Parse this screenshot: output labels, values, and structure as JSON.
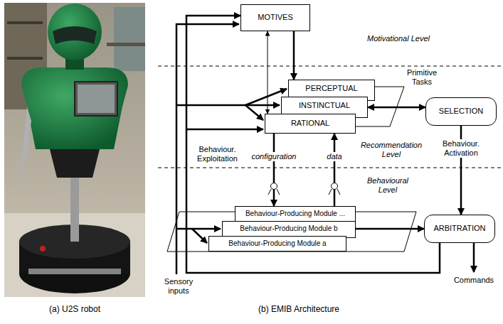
{
  "diagram": {
    "nodes": [
      {
        "text": [
          "MOTIVES"
        ]
      },
      {
        "text": [
          "PERCEPTUAL"
        ]
      },
      {
        "text": [
          "INSTINCTUAL"
        ]
      },
      {
        "text": [
          "RATIONAL"
        ]
      },
      {
        "text": [
          "SELECTION"
        ]
      },
      {
        "text": [
          "Behaviour-Producing Module ..."
        ]
      },
      {
        "text": [
          "Behaviour-Producing Module b"
        ]
      },
      {
        "text": [
          "Behaviour-Producing Module a"
        ]
      },
      {
        "text": [
          "ARBITRATION"
        ]
      }
    ],
    "edges": [
      {
        "from": 0,
        "to": 1,
        "arrow": "to"
      },
      {
        "from": 0,
        "to": 3,
        "arrow": "both"
      },
      {
        "from": 2,
        "to": 4,
        "arrow": "both"
      },
      {
        "from": 4,
        "to": 8,
        "arrow": "to",
        "label": "Behaviour. Activation"
      },
      {
        "from": 6,
        "to": 8,
        "arrow": "to"
      },
      {
        "from": 3,
        "to": 5,
        "arrow": "to",
        "label": "configuration"
      },
      {
        "from": 5,
        "to": 3,
        "arrow": "to",
        "label": "data"
      },
      {
        "from": 8,
        "to": 0,
        "arrow": "to"
      }
    ],
    "labels": [
      "Motivational Level",
      "Primitive Tasks",
      "Recommendation Level",
      "Behaviour. Exploitation",
      "Behavioural Level",
      "Sensory inputs",
      "Commands",
      "(a) U2S robot",
      "(b) EMIB Architecture"
    ]
  }
}
